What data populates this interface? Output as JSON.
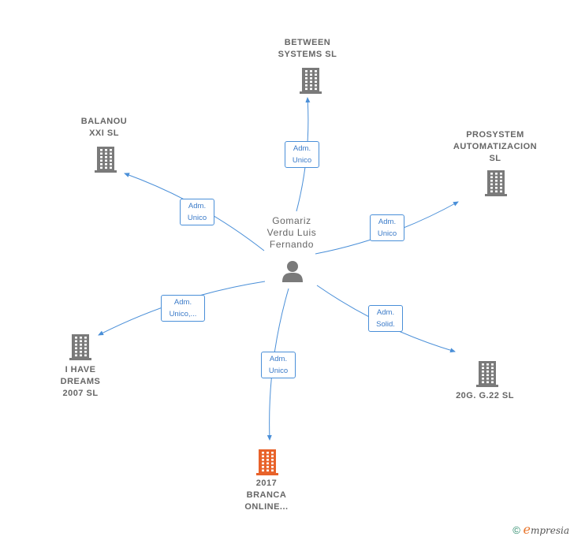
{
  "center": {
    "label": "Gomariz\nVerdu Luis\nFernando",
    "icon": "person-icon"
  },
  "companies": [
    {
      "id": "between",
      "label": "BETWEEN\nSYSTEMS  SL",
      "icon": "building-icon",
      "color": "#7a7a7a"
    },
    {
      "id": "balanou",
      "label": "BALANOU\nXXI  SL",
      "icon": "building-icon",
      "color": "#7a7a7a"
    },
    {
      "id": "prosystem",
      "label": "PROSYSTEM\nAUTOMATIZACION\nSL",
      "icon": "building-icon",
      "color": "#7a7a7a"
    },
    {
      "id": "ihave",
      "label": "I HAVE\nDREAMS\n2007  SL",
      "icon": "building-icon",
      "color": "#7a7a7a"
    },
    {
      "id": "g20",
      "label": "20G. G.22  SL",
      "icon": "building-icon",
      "color": "#7a7a7a"
    },
    {
      "id": "branca",
      "label": "2017\nBRANCA\nONLINE...",
      "icon": "building-icon",
      "color": "#e8622a"
    }
  ],
  "edges": [
    {
      "target": "between",
      "label": "Adm.\nUnico"
    },
    {
      "target": "balanou",
      "label": "Adm.\nUnico"
    },
    {
      "target": "prosystem",
      "label": "Adm.\nUnico"
    },
    {
      "target": "ihave",
      "label": "Adm.\nUnico,..."
    },
    {
      "target": "g20",
      "label": "Adm.\nSolid."
    },
    {
      "target": "branca",
      "label": "Adm.\nUnico"
    }
  ],
  "colors": {
    "edge": "#4a8fd8",
    "building": "#7a7a7a",
    "highlight": "#e8622a",
    "person": "#7a7a7a"
  },
  "footer": {
    "copyright": "©",
    "brand_initial": "e",
    "brand_rest": "mpresia"
  }
}
